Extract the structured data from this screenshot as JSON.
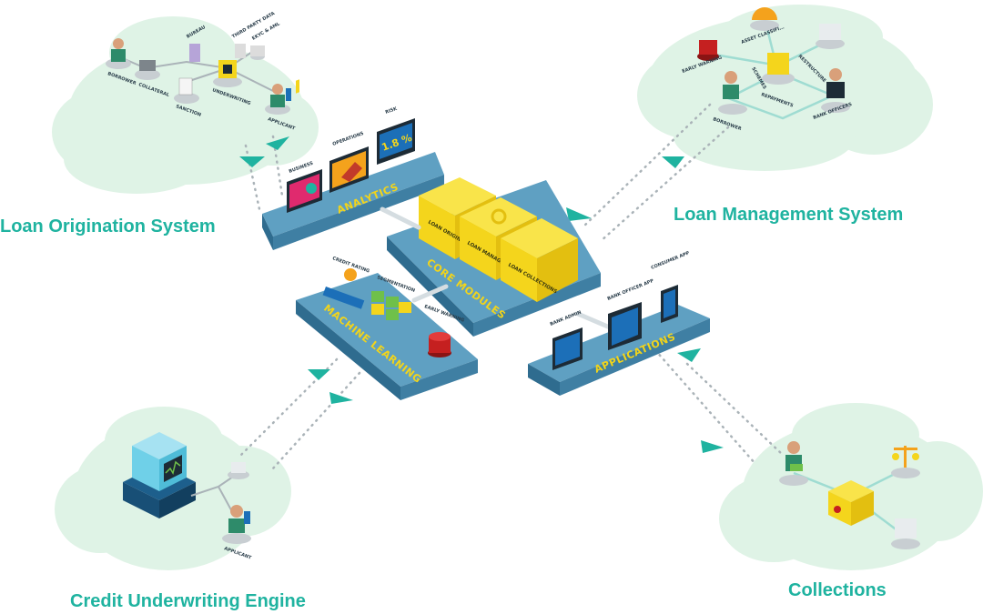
{
  "systems": {
    "loan_origination": {
      "title": "Loan Origination System",
      "nodes": {
        "borrower": "BORROWER",
        "collateral": "COLLATERAL",
        "sanction": "SANCTION",
        "underwriting": "UNDERWRITING",
        "applicant": "APPLICANT",
        "bureau": "BUREAU",
        "third_party": "THIRD PARTY DATA",
        "ekyc": "EKYC & AML"
      }
    },
    "loan_management": {
      "title": "Loan Management System",
      "nodes": {
        "asset_classification": "ASSET CLASSIFI...",
        "early_warning": "EARLY WARNING",
        "restructure": "RESTRUCTURE",
        "repayments": "REPAYMENTS",
        "borrower": "BORROWER",
        "bank_officers": "BANK OFFICERS",
        "schemes": "SCHEMES"
      }
    },
    "credit_underwriting": {
      "title": "Credit Underwriting Engine",
      "nodes": {
        "applicant": "APPLICANT"
      }
    },
    "collections": {
      "title": "Collections"
    }
  },
  "platforms": {
    "analytics": {
      "label": "ANALYTICS",
      "screens": {
        "business": "BUSINESS",
        "operations": "OPERATIONS",
        "risk": "RISK",
        "risk_value": "1.8 %"
      }
    },
    "core_modules": {
      "label": "CORE MODULES",
      "cubes": {
        "origination": "LOAN ORIGINATION",
        "management": "LOAN MANAGEMENT",
        "collections": "LOAN COLLECTIONS"
      }
    },
    "machine_learning": {
      "label": "MACHINE LEARNING",
      "items": {
        "credit_rating": "CREDIT RATING",
        "segmentation": "SEGMENTATION",
        "early_warning": "EARLY WARNING"
      }
    },
    "applications": {
      "label": "APPLICATIONS",
      "items": {
        "bank_admin": "BANK ADMIN",
        "bank_officer_app": "BANK OFFICER APP",
        "consumer_app": "CONSUMER APP"
      }
    }
  },
  "colors": {
    "cloud": "#dff3e6",
    "platform_top": "#5fa0c2",
    "platform_side": "#3f7fa3",
    "accent": "#1fb3a0",
    "cube": "#f4d51c",
    "label_yellow": "#f2d41a"
  }
}
